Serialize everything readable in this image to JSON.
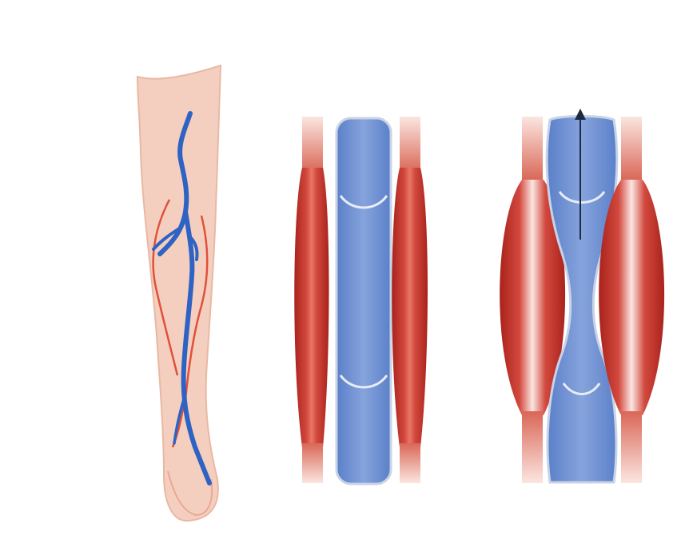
{
  "illustration": {
    "panels": [
      "leg-veins",
      "vein-relaxed-muscles",
      "vein-contracted-muscles"
    ],
    "colors": {
      "skin": "#f6d3c4",
      "vein": "#3b6fc4",
      "vein_light": "#7d9ed8",
      "artery": "#d8452f",
      "muscle": "#c0322a",
      "muscle_light": "#f0b8b0",
      "outline": "#d9d9d9"
    }
  }
}
